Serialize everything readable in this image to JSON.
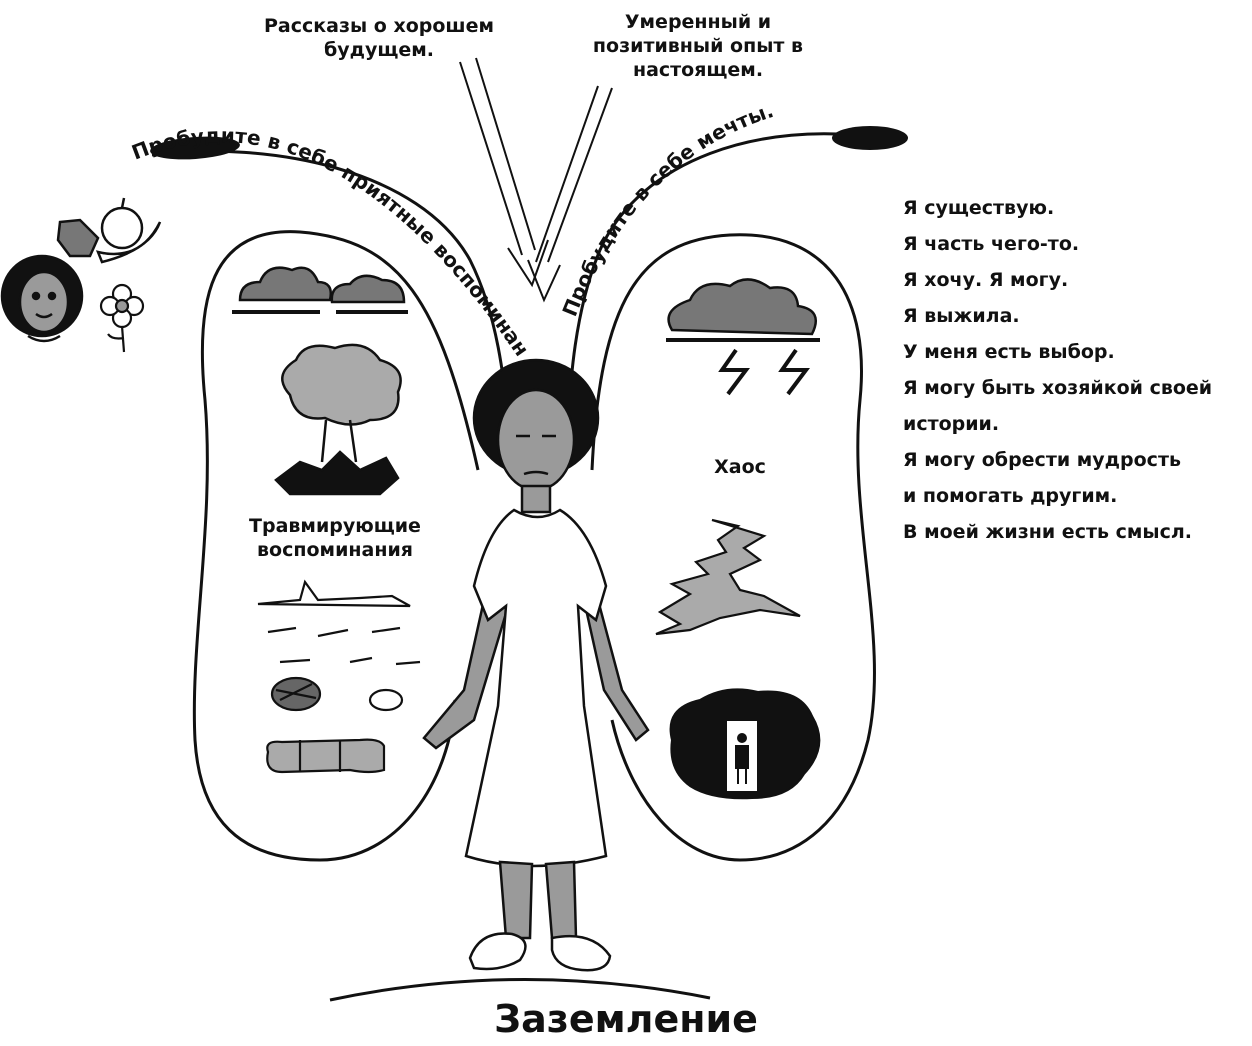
{
  "top_labels": {
    "future_stories": "Рассказы о хорошем будущем.",
    "present_experience": "Умеренный и позитивный опыт в настоящем."
  },
  "arc_labels": {
    "left": "Пробудите в себе приятные воспоминания.",
    "right": "Пробудите в себе мечты."
  },
  "wing_labels": {
    "left": "Травмирующие воспоминания",
    "right": "Хаос"
  },
  "affirmations": [
    "Я существую.",
    "Я часть чего-то.",
    "Я хочу. Я могу.",
    "Я выжила.",
    "У меня есть выбор.",
    "Я могу быть хозяйкой своей",
    "истории.",
    "Я могу обрести мудрость",
    "и помогать другим.",
    "В моей жизни есть смысл."
  ],
  "bottom_title": "Заземление",
  "icons": {
    "left_top": [
      "fruit-icon",
      "woman-face-icon",
      "flower-icon"
    ],
    "left_wing": [
      "storm-cloud-icon",
      "explosion-icon",
      "ruins-icon"
    ],
    "right_wing": [
      "thunder-cloud-icon",
      "crack-icon",
      "door-icon"
    ]
  },
  "colors": {
    "ink": "#111111",
    "skin": "#9a9a9a",
    "background": "#ffffff"
  }
}
